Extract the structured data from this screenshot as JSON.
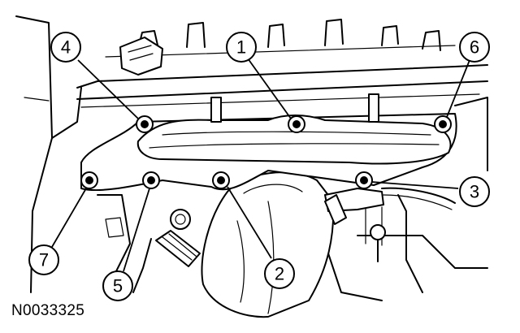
{
  "figure": {
    "code": "N0033325",
    "callouts": [
      {
        "number": "1"
      },
      {
        "number": "2"
      },
      {
        "number": "3"
      },
      {
        "number": "4"
      },
      {
        "number": "5"
      },
      {
        "number": "6"
      },
      {
        "number": "7"
      }
    ]
  },
  "colors": {
    "line": "#000000",
    "background": "#ffffff"
  }
}
